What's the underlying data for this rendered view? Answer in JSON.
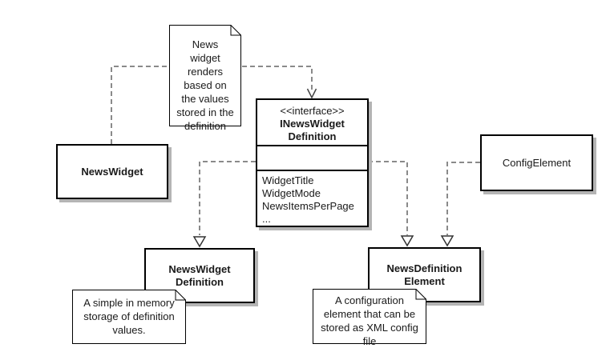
{
  "colors": {
    "background": "#ffffff",
    "box_border": "#000000",
    "box_fill": "#ffffff",
    "shadow": "#b4b4b4",
    "connector": "#8a8a8a",
    "arrowhead_outline": "#333333"
  },
  "classes": {
    "news_widget": {
      "name": "NewsWidget"
    },
    "config_element": {
      "name": "ConfigElement"
    },
    "news_widget_definition": {
      "name_line1": "NewsWidget",
      "name_line2": "Definition"
    },
    "news_definition_element": {
      "name_line1": "NewsDefinition",
      "name_line2": "Element"
    }
  },
  "interface": {
    "stereotype": "<<interface>>",
    "name_line1": "INewsWidget",
    "name_line2": "Definition",
    "attributes": [
      "WidgetTitle",
      "WidgetMode",
      "NewsItemsPerPage",
      "..."
    ]
  },
  "notes": {
    "render_note": {
      "text": "News\nwidget\nrenders\nbased on\nthe values\nstored in the\ndefinition"
    },
    "memory_note": {
      "text": "A simple in memory\nstorage of definition\nvalues."
    },
    "config_note": {
      "text": "A configuration\nelement that can be\nstored as XML config\nfile"
    }
  },
  "connectors": [
    {
      "type": "dashed-open-arrow",
      "from": "NewsWidget",
      "to": "INewsWidgetDefinition"
    },
    {
      "type": "dashed-hollow-triangle",
      "from": "INewsWidgetDefinition",
      "to": "NewsWidgetDefinition"
    },
    {
      "type": "dashed-hollow-triangle",
      "from": "INewsWidgetDefinition",
      "to": "NewsDefinitionElement"
    },
    {
      "type": "dashed-hollow-triangle",
      "from": "ConfigElement",
      "to": "NewsDefinitionElement"
    }
  ]
}
